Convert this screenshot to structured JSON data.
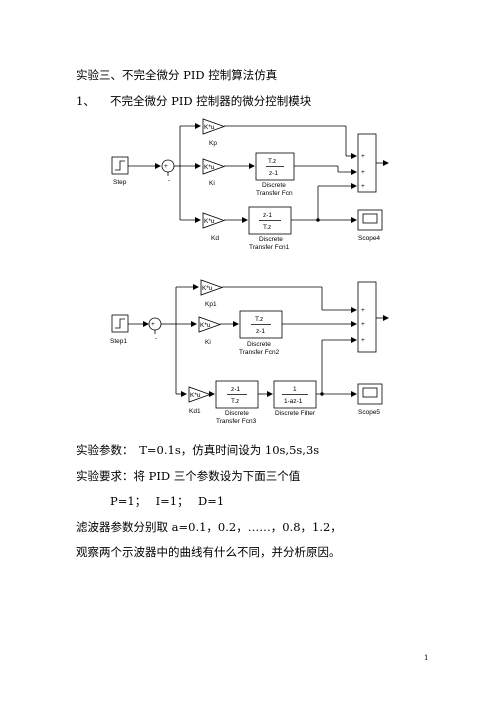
{
  "doc": {
    "title": "实验三、不完全微分 PID 控制算法仿真",
    "section_number": "1、",
    "section_title": "不完全微分 PID 控制器的微分控制模块",
    "params_line": "实验参数：　T=0.1s，仿真时间设为 10s,5s,3s",
    "req_line": "实验要求：将 PID 三个参数设为下面三个值",
    "values_line": "P=1；　 I=1；　 D=1",
    "filter_line": "滤波器参数分别取 a=0.1，0.2，……，0.8，1.2，",
    "observe_line": "观察两个示波器中的曲线有什么不同，并分析原因。",
    "page_number": "1"
  },
  "diagram1": {
    "step_label": "Step",
    "gain_text": "K*u",
    "kp_label": "Kp",
    "ki_label": "Ki",
    "kd_label": "Kd",
    "tf1_num": "T.z",
    "tf1_den": "z-1",
    "tf1_name1": "Discrete",
    "tf1_name2": "Transfer Fcn",
    "tf2_num": "z-1",
    "tf2_den": "T.z",
    "tf2_name1": "Discrete",
    "tf2_name2": "Transfer Fcn1",
    "scope_label": "Scope4"
  },
  "diagram2": {
    "step_label": "Step1",
    "gain_text": "K*u",
    "kp_label": "Kp1",
    "ki_label": "Ki",
    "kd_label": "Kd1",
    "tf1_num": "T.z",
    "tf1_den": "z-1",
    "tf1_name1": "Discrete",
    "tf1_name2": "Transfer Fcn2",
    "tf3_num": "z-1",
    "tf3_den": "T.z",
    "tf3_name1": "Discrete",
    "tf3_name2": "Transfer Fcn3",
    "filt_num": "1",
    "filt_den": "1-az-1",
    "filt_name": "Discrete Filter",
    "scope_label": "Scope5"
  },
  "symbols": {
    "plus": "+",
    "minus": "-"
  }
}
